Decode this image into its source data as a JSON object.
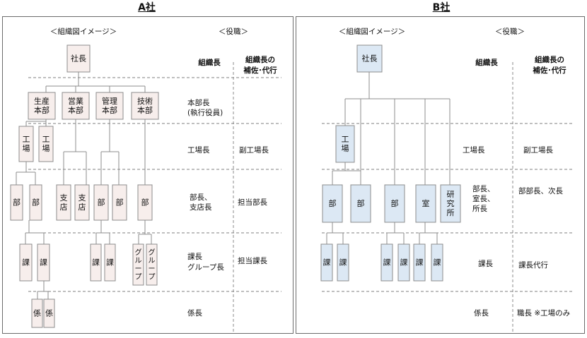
{
  "company_a": {
    "title": "A社",
    "image_label": "＜組織図イメージ＞",
    "role_label": "＜役職＞",
    "col_head1": "組織長",
    "col_head2_line1": "組織長の",
    "col_head2_line2": "補佐･代行",
    "nodes": {
      "president": "社長",
      "hq_production": "生産本部",
      "hq_sales": "営業本部",
      "hq_admin": "管理本部",
      "hq_tech": "技術本部",
      "factory": "工場",
      "dept": "部",
      "branch": "支店",
      "section": "課",
      "group": "グループ",
      "subsection": "係"
    },
    "levels": [
      {
        "head_line1": "本部長",
        "head_line2": "(執行役員)",
        "deputy": ""
      },
      {
        "head_line1": "工場長",
        "head_line2": "",
        "deputy": "副工場長"
      },
      {
        "head_line1": "部長、",
        "head_line2": "支店長",
        "deputy": "担当部長"
      },
      {
        "head_line1": "課長",
        "head_line2": "グループ長",
        "deputy": "担当課長"
      },
      {
        "head_line1": "係長",
        "head_line2": "",
        "deputy": ""
      }
    ]
  },
  "company_b": {
    "title": "B社",
    "image_label": "＜組織図イメージ＞",
    "role_label": "＜役職＞",
    "col_head1": "組織長",
    "col_head2_line1": "組織長の",
    "col_head2_line2": "補佐･代行",
    "nodes": {
      "president": "社長",
      "factory": "工場",
      "dept": "部",
      "office": "室",
      "lab": "研究所",
      "section": "課"
    },
    "levels": [
      {
        "head_line1": "工場長",
        "head_line2": "",
        "head_line3": "",
        "deputy": "副工場長"
      },
      {
        "head_line1": "部長、",
        "head_line2": "室長、",
        "head_line3": "所長",
        "deputy": "部部長、次長"
      },
      {
        "head_line1": "課長",
        "head_line2": "",
        "head_line3": "",
        "deputy": "課長代行"
      },
      {
        "head_line1": "係長",
        "head_line2": "",
        "head_line3": "",
        "deputy": "職長 ※工場のみ"
      }
    ]
  },
  "colors": {
    "a_box_fill": "#f7eeec",
    "b_box_fill": "#dce8f4",
    "box_stroke": "#8c8c8c",
    "line": "#8c8c8c",
    "dash": "#7f7f7f"
  }
}
